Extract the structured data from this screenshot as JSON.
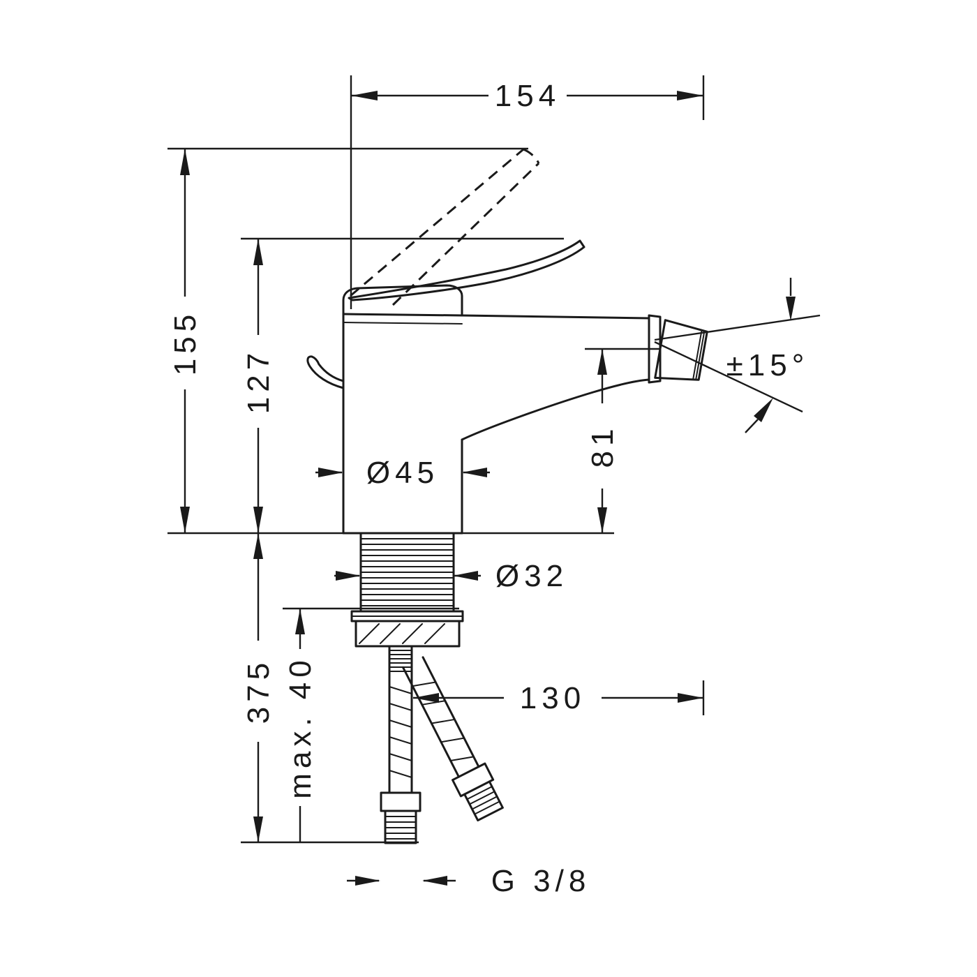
{
  "drawing": {
    "labels": {
      "overall_width": "154",
      "overall_height": "155",
      "body_height": "127",
      "body_diameter": "Ø45",
      "outlet_height": "81",
      "swivel_angle": "±15°",
      "shank_diameter": "Ø32",
      "hose_length": "375",
      "max_mounting_thickness": "max. 40",
      "hose_reach": "130",
      "connection_thread": "G 3/8"
    },
    "colors": {
      "line": "#1a1a1a",
      "background": "#ffffff"
    }
  }
}
